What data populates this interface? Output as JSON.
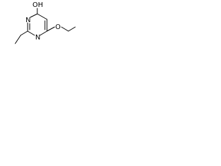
{
  "molecule": {
    "substituents": {
      "hydroxyl": "OH",
      "ethoxy_oxygen": "O"
    },
    "ring_atoms": {
      "nitrogen_upper": "N",
      "nitrogen_lower": "N"
    }
  },
  "colors": {
    "bond": "#000000",
    "label": "#000000",
    "background": "#ffffff"
  }
}
